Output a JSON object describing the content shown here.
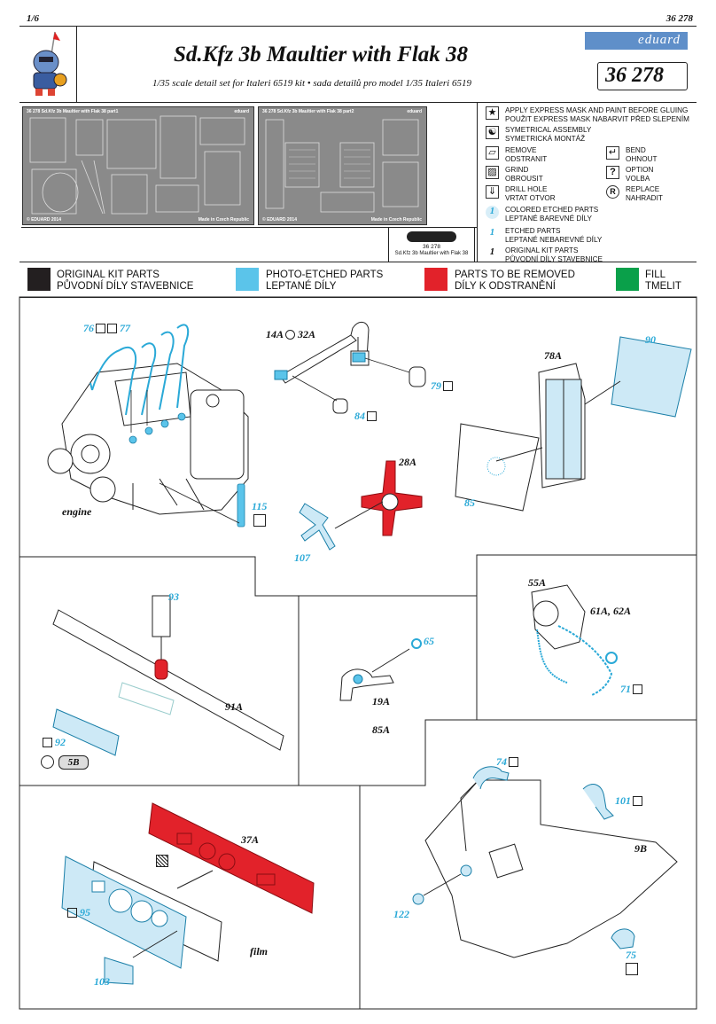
{
  "page": {
    "page_number": "1/6",
    "code": "36 278"
  },
  "header": {
    "title": "Sd.Kfz 3b Maultier with Flak 38",
    "subtitle": "1/35 scale detail set for Italeri 6519 kit • sada detailů pro model 1/35 Italeri 6519",
    "brand": "eduard",
    "set_number": "36 278"
  },
  "frets": {
    "fret1_label": "36 278 Sd.Kfz 3b Maultier with Flak 38 part1",
    "fret2_label": "36 278 Sd.Kfz 3b Maultier with Flak 38 part2",
    "brand_small": "eduard",
    "copyright": "© EDUARD 2014",
    "made_in": "Made in Czech Republic",
    "mask_code": "36 278",
    "mask_name": "Sd.Kfz 3b Maultier with Flak 38"
  },
  "legend": {
    "express_mask": [
      "APPLY EXPRESS MASK AND PAINT BEFORE GLUING",
      "POUŽIT EXPRESS MASK NABARVIT PŘED SLEPENÍM"
    ],
    "symmetrical": [
      "SYMETRICAL ASSEMBLY",
      "SYMETRICKÁ MONTÁŽ"
    ],
    "remove": [
      "REMOVE",
      "ODSTRANIT"
    ],
    "bend": [
      "BEND",
      "OHNOUT"
    ],
    "grind": [
      "GRIND",
      "OBROUSIT"
    ],
    "option": [
      "OPTION",
      "VOLBA"
    ],
    "drill": [
      "DRILL HOLE",
      "VRTAT OTVOR"
    ],
    "replace": [
      "REPLACE",
      "NAHRADIT"
    ],
    "colored_pe": [
      "COLORED ETCHED PARTS",
      "LEPTANÉ BAREVNÉ DÍLY"
    ],
    "etched": [
      "ETCHED PARTS",
      "LEPTANÉ NEBAREVNÉ DÍLY"
    ],
    "original": [
      "ORIGINAL KIT PARTS",
      "PŮVODNÍ DÍLY STAVEBNICE"
    ],
    "one": "1",
    "option_glyph": "?",
    "replace_glyph": "R"
  },
  "colors_bar": {
    "original": [
      "ORIGINAL KIT PARTS",
      "PŮVODNÍ DÍLY STAVEBNICE"
    ],
    "photo_etched": [
      "PHOTO-ETCHED PARTS",
      "LEPTANÉ DÍLY"
    ],
    "removed": [
      "PARTS TO BE REMOVED",
      "DÍLY K ODSTRANĚNÍ"
    ],
    "fill": [
      "FILL",
      "TMELIT"
    ],
    "black": "#231f20",
    "blue": "#5bc4ea",
    "red": "#e2222a",
    "green": "#0aa04a"
  },
  "labels": {
    "p76": "76",
    "p77": "77",
    "p14a": "14A",
    "p32a": "32A",
    "p79": "79",
    "p84": "84",
    "p78a": "78A",
    "p90": "90",
    "p85": "85",
    "engine": "engine",
    "p115": "115",
    "p28a": "28A",
    "p107": "107",
    "p93": "93",
    "p91a": "91A",
    "p92": "92",
    "p5b": "5B",
    "p65": "65",
    "p19a": "19A",
    "p85a": "85A",
    "p55a": "55A",
    "p61a": "61A, 62A",
    "p71": "71",
    "p74": "74",
    "p101": "101",
    "p9b": "9B",
    "p122": "122",
    "p75": "75",
    "p37a": "37A",
    "p95": "95",
    "p103": "103",
    "film": "film"
  }
}
